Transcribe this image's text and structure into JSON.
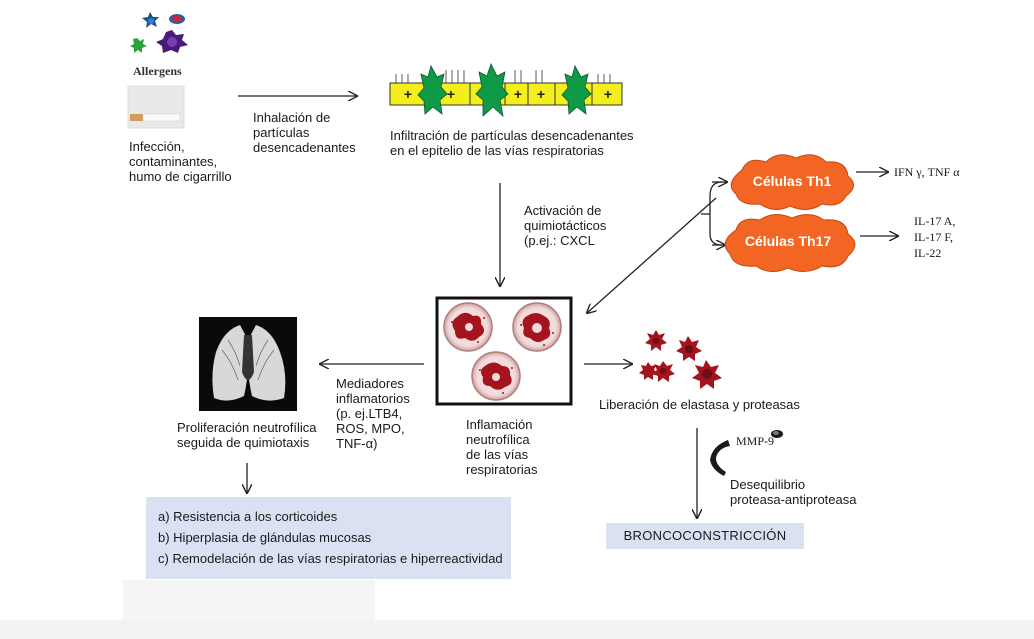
{
  "allergens": {
    "label": "Allergens"
  },
  "sources": {
    "line1": "Infección,",
    "line2": "contaminantes,",
    "line3": "humo de cigarrillo"
  },
  "inhalation": {
    "line1": "Inhalación de",
    "line2": "partículas",
    "line3": "desencadenantes"
  },
  "infiltration": {
    "line1": "Infiltración de partículas desencadenantes",
    "line2": "en el epitelio de las vías respiratorias"
  },
  "activation": {
    "line1": "Activación de",
    "line2": "quimiotácticos",
    "line3": "(p.ej.: CXCL"
  },
  "th1": {
    "label": "Células Th1",
    "output": "IFN γ, TNF α"
  },
  "th17": {
    "label": "Células Th17",
    "out1": "IL-17 A,",
    "out2": "IL-17 F,",
    "out3": "IL-22"
  },
  "mediators": {
    "line1": "Mediadores",
    "line2": "inflamatorios",
    "line3": "(p. ej.LTB4,",
    "line4": "ROS, MPO,",
    "line5": "TNF-α)"
  },
  "proliferation": {
    "line1": "Proliferación neutrofílica",
    "line2": "seguida de quimiotaxis"
  },
  "inflammation": {
    "line1": "Inflamación",
    "line2": "neutrofílica",
    "line3": "de las vías",
    "line4": "respiratorias"
  },
  "release": {
    "label": "Liberación de elastasa y proteasas"
  },
  "mmp": {
    "label": "MMP-9"
  },
  "imbalance": {
    "line1": "Desequilibrio",
    "line2": "proteasa-antiproteasa"
  },
  "bronchoconstriction": {
    "label": "BRONCOCONSTRICCIÓN"
  },
  "outcomes": {
    "a": "a)  Resistencia a los corticoides",
    "b": "b) Hiperplasia de glándulas mucosas",
    "c": "c) Remodelación de las vías respiratorias e hiperreactividad"
  },
  "colors": {
    "cloud": "#f26522",
    "epithelium": "#f5ee1e",
    "neutrophil": "#a3141e",
    "outcomes_bg": "#d9e1f2"
  }
}
